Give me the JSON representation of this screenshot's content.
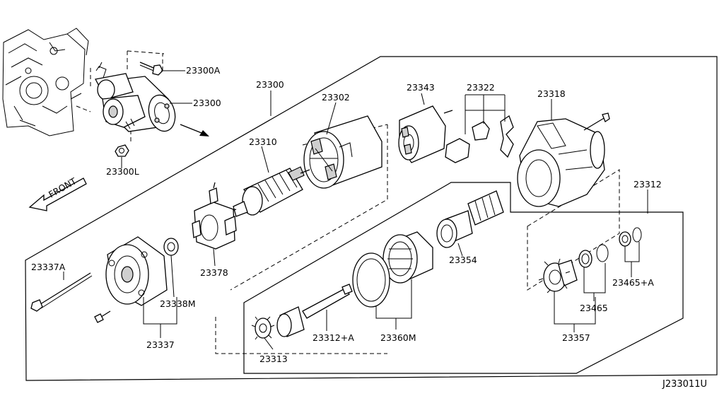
{
  "diagram": {
    "direction_label": "FRONT",
    "drawing_code": "J233011U",
    "labels": {
      "p23300A": "23300A",
      "p23300": "23300",
      "p23300L": "23300L",
      "p23300_main": "23300",
      "p23302": "23302",
      "p23310": "23310",
      "p23343": "23343",
      "p23322": "23322",
      "p23318": "23318",
      "p23312": "23312",
      "p23378": "23378",
      "p23337A": "23337A",
      "p23338M": "23338M",
      "p23337": "23337",
      "p23354": "23354",
      "p23465A": "23465+A",
      "p23465": "23465",
      "p23357": "23357",
      "p23312A": "23312+A",
      "p23360M": "23360M",
      "p23313": "23313"
    }
  }
}
